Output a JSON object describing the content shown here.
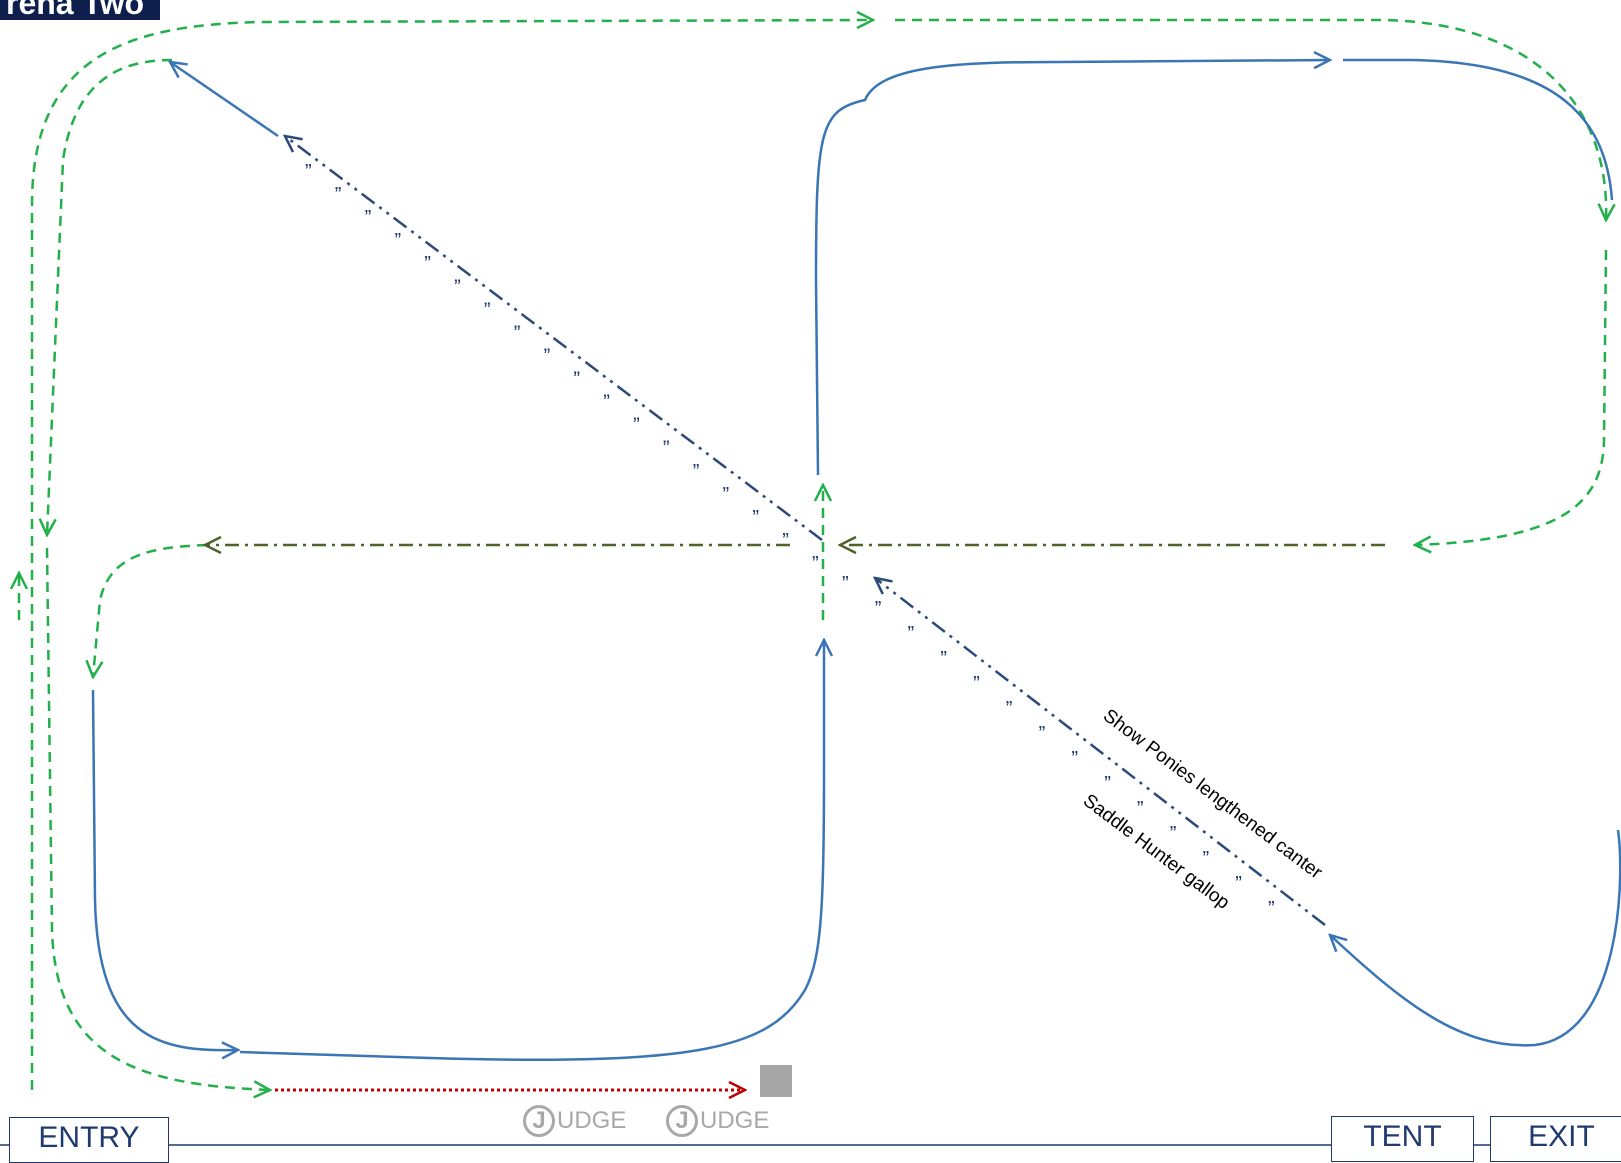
{
  "title": "rena Two",
  "labels": {
    "show_ponies": "Show Ponies lengthened canter",
    "saddle_hunter": "Saddle Hunter gallop",
    "ditto_mark": "”"
  },
  "boxes": {
    "entry": "ENTRY",
    "tent": "TENT",
    "exit": "EXIT"
  },
  "judges": [
    {
      "letter": "J",
      "text": "UDGE"
    },
    {
      "letter": "J",
      "text": "UDGE"
    }
  ],
  "colors": {
    "blue_route": "#3a75b5",
    "green_route": "#22b04a",
    "olive_route": "#4f6228",
    "navy_route": "#2b4a7a",
    "red_route": "#c00000",
    "box_border": "#1f3a6e",
    "judge_gray": "#a8a8a8",
    "title_bg": "#0e1f4d"
  },
  "icons": {
    "judge_circle": "circled-letter-J",
    "judge_marker": "gray-square",
    "arrowheads": "open-chevron-arrow"
  }
}
